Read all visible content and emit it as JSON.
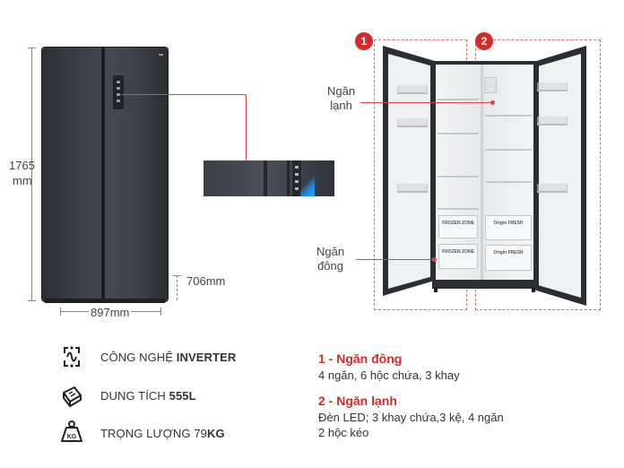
{
  "dimensions": {
    "height_value": "1765",
    "height_unit": "mm",
    "width_text": "897mm",
    "depth_text": "706mm"
  },
  "compartments": {
    "badge_1": "1",
    "badge_2": "2",
    "fresh_label_line1": "Ngăn",
    "fresh_label_line2": "lạnh",
    "freezer_label_line1": "Ngăn",
    "freezer_label_line2": "đông",
    "drawer_freezer_top": "FROZEN ZONE",
    "drawer_freezer_bottom": "FROZEN ZONE",
    "drawer_fresh_top": "Origin FRESH",
    "drawer_fresh_bottom": "Origin FRESH"
  },
  "features": [
    {
      "icon": "inverter-icon",
      "text_prefix": "CÔNG NGHỆ ",
      "text_bold": "INVERTER",
      "text_suffix": ""
    },
    {
      "icon": "capacity-icon",
      "text_prefix": "DUNG TÍCH ",
      "text_bold": "555L",
      "text_suffix": ""
    },
    {
      "icon": "weight-icon",
      "icon_label": "KG",
      "text_prefix": "TRỌNG LƯỢNG 79",
      "text_bold": "KG",
      "text_suffix": ""
    }
  ],
  "specs": [
    {
      "title": "1 - Ngăn đông",
      "lines": [
        "4 ngăn, 6 hộc chứa, 3 khay"
      ]
    },
    {
      "title": "2 - Ngăn lạnh",
      "lines": [
        "Đèn LED; 3 khay chứa,3 kệ, 4 ngăn",
        "2 hộc kéo"
      ]
    }
  ],
  "colors": {
    "accent_red": "#d12b2b",
    "fridge_body": "#3b3f47",
    "led_blue": "#1c7fd6"
  }
}
